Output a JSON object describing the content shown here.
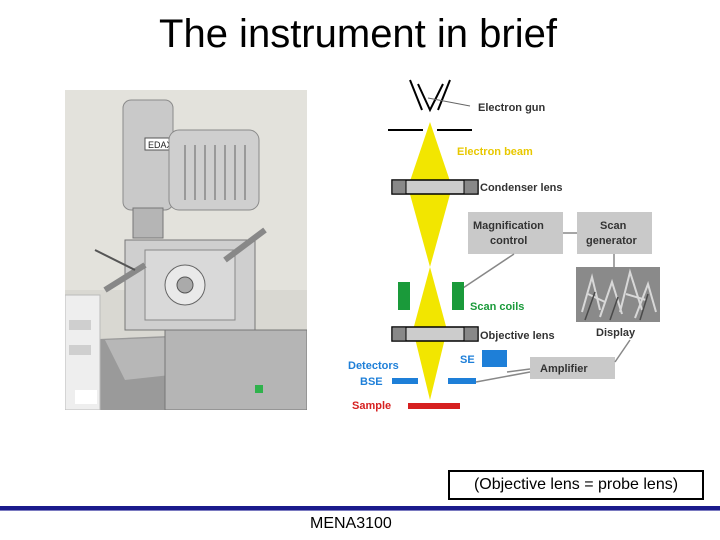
{
  "slide": {
    "title": "The instrument in brief",
    "footer": "MENA3100",
    "callout": "(Objective lens = probe lens)"
  },
  "photo": {
    "label": "EDAX"
  },
  "diagram": {
    "electron_gun": "Electron gun",
    "electron_beam": "Electron beam",
    "condenser_lens": "Condenser lens",
    "magnification_control_1": "Magnification",
    "magnification_control_2": "control",
    "scan_generator_1": "Scan",
    "scan_generator_2": "generator",
    "scan_coils": "Scan coils",
    "display": "Display",
    "objective_lens": "Objective lens",
    "se": "SE",
    "detectors": "Detectors",
    "bse": "BSE",
    "amplifier": "Amplifier",
    "sample": "Sample",
    "colors": {
      "beam": "#f2e600",
      "label_dark": "#333333",
      "beam_label": "#e8c800",
      "detector_blue": "#1e7fd8",
      "sample_red": "#d62020",
      "coil_green": "#1a9a3a"
    }
  }
}
